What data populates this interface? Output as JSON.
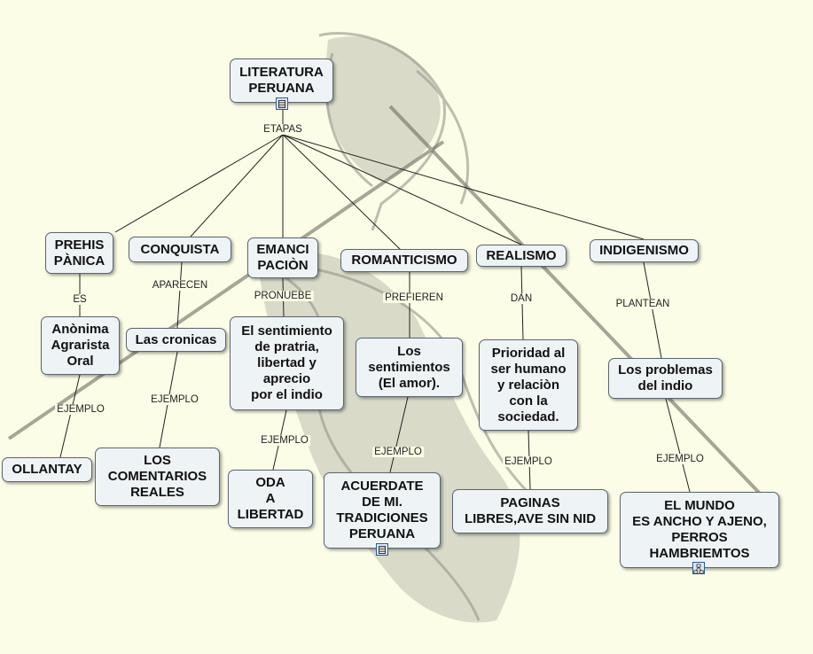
{
  "map": {
    "root": "LITERATURA\nPERUANA",
    "root_link": "ETAPAS",
    "stages": {
      "prehispanica": "PREHIS\nPÀNICA",
      "conquista": "CONQUISTA",
      "emancipacion": "EMANCI\nPACIÒN",
      "romanticismo": "ROMANTICISMO",
      "realismo": "REALISMO",
      "indigenismo": "INDIGENISMO"
    },
    "stage_links": {
      "prehispanica": "ES",
      "conquista": "APARECEN",
      "emancipacion": "PRONUEBE",
      "romanticismo": "PREFIEREN",
      "realismo": "DAN",
      "indigenismo": "PLANTEAN"
    },
    "features": {
      "prehispanica": "Anònima\nAgrarista\nOral",
      "conquista": "Las cronicas",
      "emancipacion": "El sentimiento\nde pratria,\nlibertad y\naprecio\npor el indio",
      "romanticismo": "Los\nsentimientos\n(El amor).",
      "realismo": "Prioridad al\nser humano\ny relaciòn\ncon la\nsociedad.",
      "indigenismo": "Los problemas\ndel indio"
    },
    "example_label": "EJEMPLO",
    "examples": {
      "prehispanica": "OLLANTAY",
      "conquista": "LOS\nCOMENTARIOS\nREALES",
      "emancipacion": "ODA\nA\nLIBERTAD",
      "romanticismo": "ACUERDATE\nDE MI.\nTRADICIONES\nPERUANA",
      "realismo": "PAGINAS\nLIBRES,AVE SIN NID",
      "indigenismo": "EL MUNDO\nES ANCHO Y AJENO,\nPERROS\nHAMBRIEMTOS"
    },
    "icons": {
      "root_attachment": "document-icon",
      "romanticismo_attachment": "document-icon",
      "indigenismo_attachment": "concept-map-icon"
    },
    "colors": {
      "background": "#fbfde6",
      "node_fill": "#eef3f6",
      "node_border": "#5a6670",
      "link": "#222222"
    }
  }
}
